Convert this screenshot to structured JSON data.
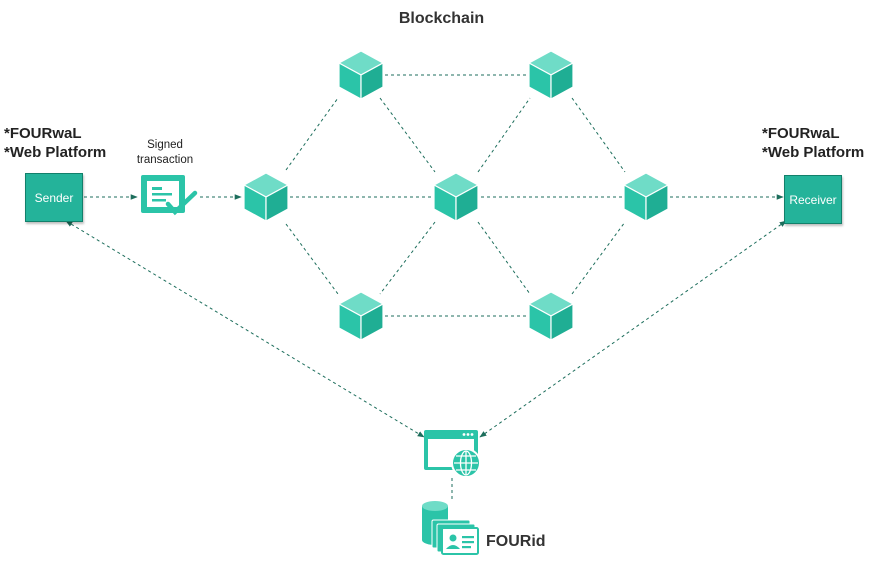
{
  "title": "Blockchain",
  "sender": {
    "label": "Sender",
    "products": [
      "*FOURwaL",
      "*Web Platform"
    ]
  },
  "receiver": {
    "label": "Receiver",
    "products": [
      "*FOURwaL",
      "*Web Platform"
    ]
  },
  "signed_transaction": [
    "Signed",
    "transaction"
  ],
  "identity": {
    "label": "FOURid"
  },
  "colors": {
    "accent": "#2bc4a8",
    "accent_dark": "#15947d",
    "edge": "#1d6e5c",
    "text": "#222222"
  },
  "icons": {
    "block": "cube-icon",
    "transaction": "signed-document-icon",
    "browser": "browser-globe-icon",
    "database": "database-id-card-icon"
  }
}
